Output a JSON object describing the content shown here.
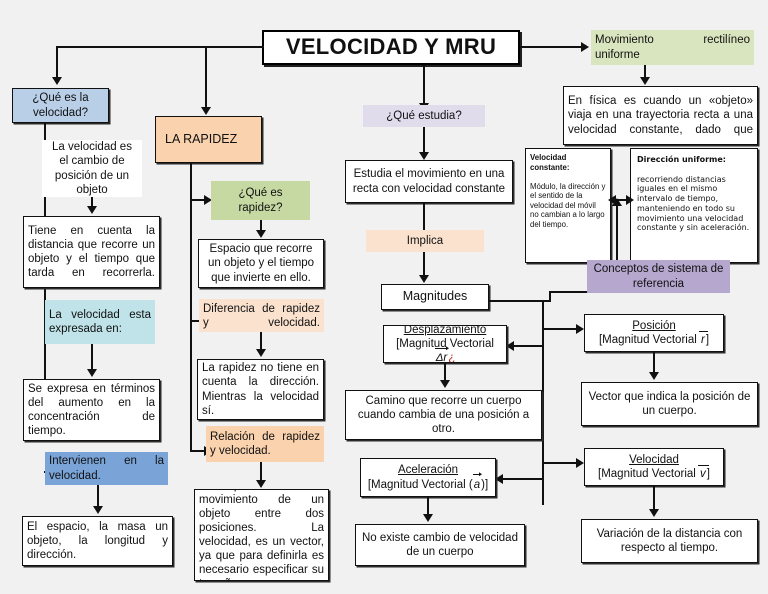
{
  "diagram": {
    "title": "VELOCIDAD Y MRU",
    "background_color": "#f1f1f1",
    "colors": {
      "blue_light": "#b9cfe8",
      "blue_strong": "#7aa4d8",
      "cyan": "#bfe3e8",
      "orange": "#fad2ad",
      "orange_light": "#fbe2cf",
      "green": "#c6d9a2",
      "green_light": "#d9e5be",
      "purple_light": "#e0dcec",
      "purple": "#b6a7ce",
      "white": "#ffffff",
      "line": "#111111",
      "accent_red": "#c0201c"
    }
  },
  "nodes": {
    "title": "VELOCIDAD Y MRU",
    "q_velocidad": "¿Qué es la velocidad?",
    "def_velocidad": "La velocidad es el cambio de posición de un objeto",
    "tiene_cuenta": "Tiene en cuenta la distancia que recorre un objeto y el tiempo que tarda en recorrerla.",
    "expresada_en": "La velocidad esta expresada en:",
    "se_expresa": "Se expresa en términos del aumento en la concentración de tiempo.",
    "intervienen": "Intervienen en la velocidad.",
    "espacio_masa": "El espacio, la masa un objeto, la longitud y dirección.",
    "la_rapidez": "LA RAPIDEZ",
    "q_rapidez": "¿Qué es rapidez?",
    "espacio_recorre": "Espacio que recorre un objeto y el tiempo que invierte en ello.",
    "diferencia_rapidez": "Diferencia de rapidez y velocidad.",
    "rapidez_no_tiene": "La rapidez no tiene en cuenta la dirección. Mientras la velocidad sí.",
    "relacion_rapidez": "Relación de rapidez y velocidad.",
    "rapidez_indica": "La rapidez indica el movimiento de un objeto entre dos posiciones. La velocidad, es un vector, ya que para definirla es necesario especificar su tamaño.",
    "q_estudia": "¿Qué estudia?",
    "estudia_mov": "Estudia el movimiento en una recta con velocidad constante",
    "implica": "Implica",
    "magnitudes": "Magnitudes",
    "desplazamiento_head": "Desplazamiento",
    "desplazamiento_sub_pre": "[Magnitud Vectorial ",
    "desplazamiento_sym_delta": "Δ",
    "desplazamiento_sym_r": "r",
    "desplazamiento_sym_tail": "¿",
    "camino_recorre": "Camino que recorre un cuerpo cuando cambia de una posición a otro.",
    "aceleracion_head": "Aceleración",
    "aceleracion_sub_pre": "[Magnitud Vectorial (",
    "aceleracion_sym": "a",
    "aceleracion_sub_post": ")]",
    "no_existe_cambio": "No existe cambio de velocidad de un cuerpo",
    "mru": "Movimiento rectilíneo uniforme",
    "en_fisica": "En física es cuando un «objeto» viaja en una trayectoria recta a una velocidad constante, dado que",
    "vel_constante_head": "Velocidad constante:",
    "vel_constante_body": "Módulo, la dirección y el sentido de la velocidad del móvil no cambian a lo largo del tiempo.",
    "dir_uniforme_head": "Dirección uniforme:",
    "dir_uniforme_body": "recorriendo distancias iguales en el mismo intervalo de tiempo, manteniendo en todo su movimiento una velocidad constante y sin aceleración.",
    "conceptos_sistema": "Conceptos de sistema de referencia",
    "posicion_head": "Posición",
    "posicion_sub_pre": "[Magnitud Vectorial ",
    "posicion_sym": "r",
    "posicion_sub_post": "]",
    "vector_indica": "Vector que indica la posición de un cuerpo.",
    "velocidad_head": "Velocidad",
    "velocidad_sub_pre": "[Magnitud Vectorial ",
    "velocidad_sym": "v",
    "velocidad_sub_post": "]",
    "variacion_distancia": "Variación de la distancia con respecto al tiempo."
  }
}
